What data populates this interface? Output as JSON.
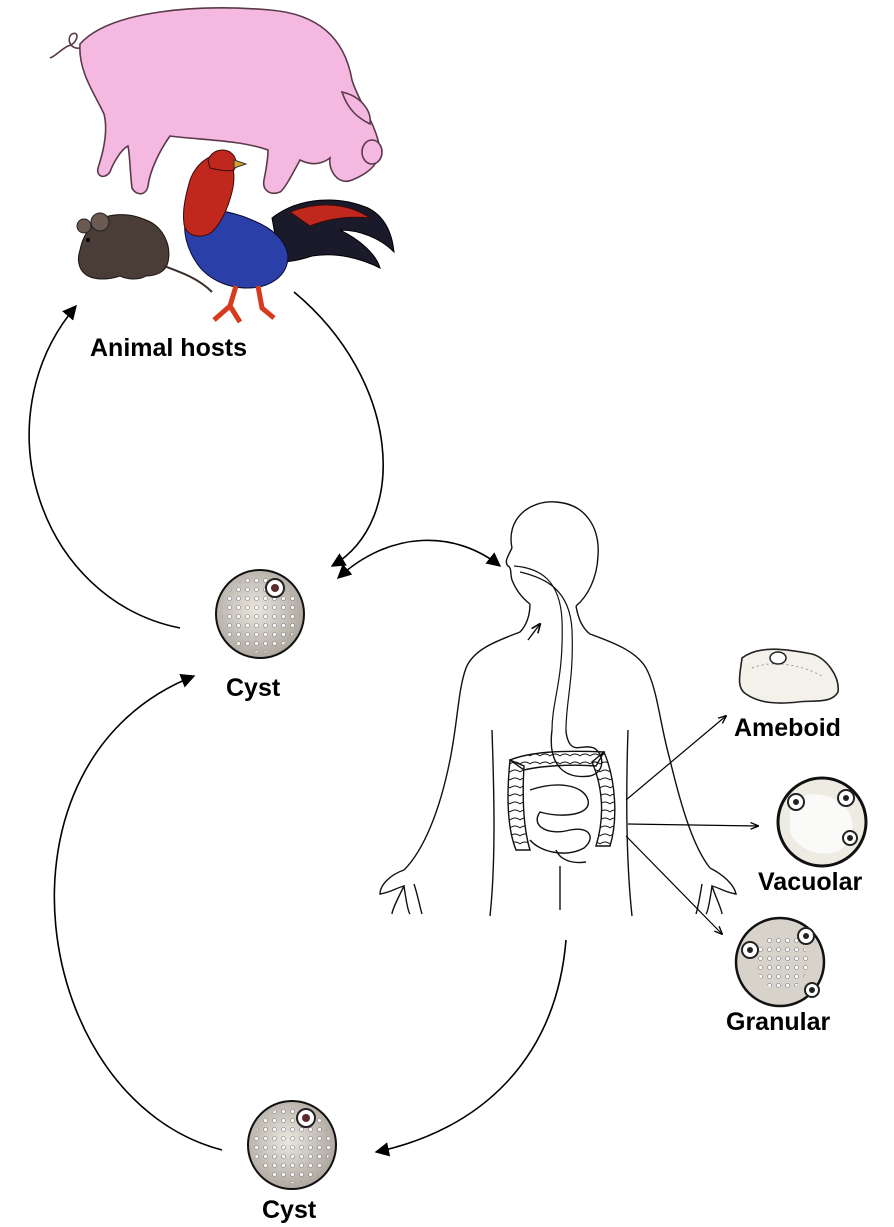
{
  "labels": {
    "animal_hosts": "Animal hosts",
    "cyst_top": "Cyst",
    "cyst_bottom": "Cyst",
    "ameboid": "Ameboid",
    "vacuolar": "Vacuolar",
    "granular": "Granular"
  },
  "colors": {
    "pig": "#f5b8e0",
    "pig_outline": "#5a3a4a",
    "rooster_red": "#c0281e",
    "rooster_blue": "#2b3fa8",
    "rooster_black": "#1a1a2a",
    "mouse": "#4a3c36",
    "cyst_fill": "#d7d2c8",
    "line": "#000000"
  }
}
